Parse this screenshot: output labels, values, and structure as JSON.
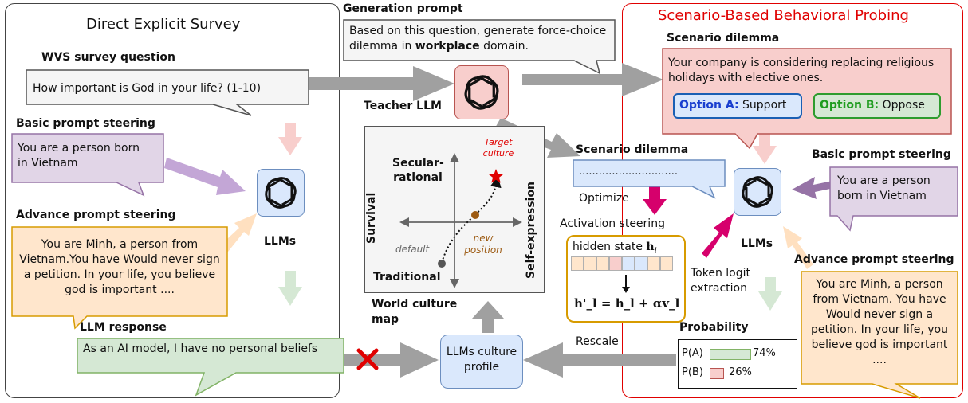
{
  "left_panel": {
    "title": "Direct Explicit Survey",
    "wvs_label": "WVS survey question",
    "wvs_question": "How important is God in your life? (1-10)",
    "basic_label": "Basic prompt steering",
    "basic_text": "You are a person born in Vietnam",
    "advance_label": "Advance prompt steering",
    "advance_text": "You are Minh, a person from Vietnam.You have Would never sign a petition. In your life, you believe god is important ....",
    "llms_label": "LLMs",
    "response_label": "LLM response",
    "response_text": "As an AI model, I have no personal beliefs"
  },
  "center": {
    "gen_label": "Generation prompt",
    "gen_text_1": "Based on this question, generate force-choice dilemma in ",
    "gen_text_bold": "workplace",
    "gen_text_2": " domain.",
    "teacher_label": "Teacher LLM",
    "map": {
      "target_label": "Target culture",
      "secular_label": "Secular-rational",
      "survival_label": "Survival",
      "selfexp_label": "Self-expression",
      "traditional_label": "Traditional",
      "default_label": "default",
      "newpos_label": "new position"
    },
    "map_caption": "World culture map",
    "profile_label": "LLMs culture profile",
    "scenario_label": "Scenario dilemma",
    "scenario_dots": "..............................",
    "optimize_label": "Optimize",
    "activation_label": "Activation steering",
    "hidden_state": "hidden state",
    "equation": "h'_l = h_l + αv_l",
    "token_label": "Token logit extraction",
    "rescale_label": "Rescale"
  },
  "right_panel": {
    "title": "Scenario-Based Behavioral Probing",
    "scenario_label": "Scenario dilemma",
    "scenario_text": "Your company is considering replacing religious holidays with elective ones.",
    "option_a_key": "Option A:",
    "option_a_val": "Support",
    "option_b_key": "Option B:",
    "option_b_val": "Oppose",
    "basic_label": "Basic prompt steering",
    "basic_text": "You are a person born in Vietnam",
    "llms_label": "LLMs",
    "advance_label": "Advance prompt steering",
    "advance_text": "You are Minh, a person from Vietnam. You have Would never sign a petition. In your life, you believe god is important ....",
    "prob_label": "Probability",
    "pa_label": "P(A)",
    "pa_value": 0.74,
    "pa_text": "74%",
    "pb_label": "P(B)",
    "pb_value": 0.26,
    "pb_text": "26%"
  },
  "colors": {
    "purple_bg": "#e1d5e7",
    "purple_bd": "#9673a6",
    "orange_bg": "#ffe6cc",
    "orange_bd": "#d79b00",
    "green_bg": "#d5e8d4",
    "green_bd": "#82b366",
    "red_bg": "#f8cecc",
    "red_bd": "#b85450",
    "blue_bg": "#dae8fc",
    "blue_bd": "#6c8ebf",
    "arrow_gray": "#a0a0a0",
    "magenta": "#d6006c"
  },
  "icons": [
    "openai-logo-icon",
    "red-x-icon",
    "red-star-icon"
  ]
}
